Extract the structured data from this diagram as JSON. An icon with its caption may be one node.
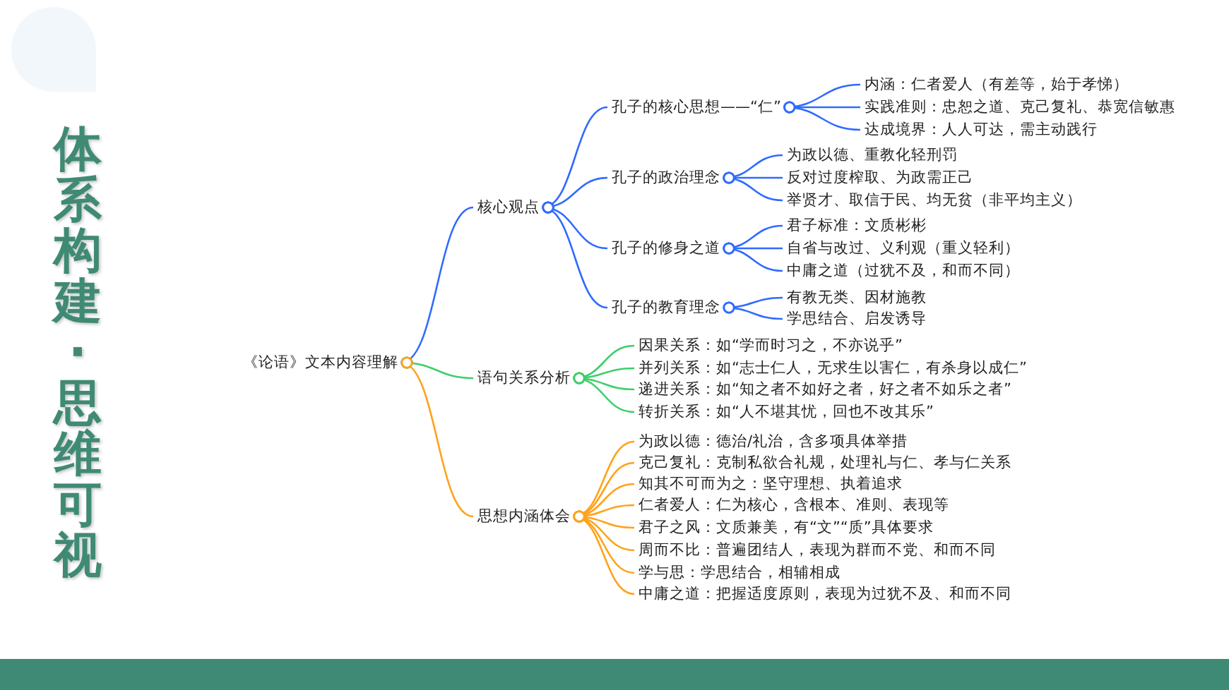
{
  "diagram": {
    "title": "体系构建·思维可视",
    "nodes": [
      {
        "text": [
          "《论语》文本内容理解"
        ]
      },
      {
        "text": [
          "核心观点"
        ]
      },
      {
        "text": [
          "孔子的核心思想——“仁”"
        ]
      },
      {
        "text": [
          "内涵：仁者爱人（有差等，始于孝悌）"
        ]
      },
      {
        "text": [
          "实践准则：忠恕之道、克己复礼、恭宽信敏惠"
        ]
      },
      {
        "text": [
          "达成境界：人人可达，需主动践行"
        ]
      },
      {
        "text": [
          "孔子的政治理念"
        ]
      },
      {
        "text": [
          "为政以德、重教化轻刑罚"
        ]
      },
      {
        "text": [
          "反对过度榨取、为政需正己"
        ]
      },
      {
        "text": [
          "举贤才、取信于民、均无贫（非平均主义）"
        ]
      },
      {
        "text": [
          "孔子的修身之道"
        ]
      },
      {
        "text": [
          "君子标准：文质彬彬"
        ]
      },
      {
        "text": [
          "自省与改过、义利观（重义轻利）"
        ]
      },
      {
        "text": [
          "中庸之道（过犹不及，和而不同）"
        ]
      },
      {
        "text": [
          "孔子的教育理念"
        ]
      },
      {
        "text": [
          "有教无类、因材施教"
        ]
      },
      {
        "text": [
          "学思结合、启发诱导"
        ]
      },
      {
        "text": [
          "语句关系分析"
        ]
      },
      {
        "text": [
          "因果关系：如“学而时习之，不亦说乎”"
        ]
      },
      {
        "text": [
          "并列关系：如“志士仁人，无求生以害仁，有杀身以成仁”"
        ]
      },
      {
        "text": [
          "递进关系：如“知之者不如好之者，好之者不如乐之者”"
        ]
      },
      {
        "text": [
          "转折关系：如“人不堪其忧，回也不改其乐”"
        ]
      },
      {
        "text": [
          "思想内涵体会"
        ]
      },
      {
        "text": [
          "为政以德：德治/礼治，含多项具体举措"
        ]
      },
      {
        "text": [
          "克己复礼：克制私欲合礼规，处理礼与仁、孝与仁关系"
        ]
      },
      {
        "text": [
          "知其不可而为之：坚守理想、执着追求"
        ]
      },
      {
        "text": [
          "仁者爱人：仁为核心，含根本、准则、表现等"
        ]
      },
      {
        "text": [
          "君子之风：文质兼美，有“文”“质”具体要求"
        ]
      },
      {
        "text": [
          "周而不比：普遍团结人，表现为群而不党、和而不同"
        ]
      },
      {
        "text": [
          "学与思：学思结合，相辅相成"
        ]
      },
      {
        "text": [
          "中庸之道：把握适度原则，表现为过犹不及、和而不同"
        ]
      }
    ],
    "edges": [
      {
        "from": 0,
        "to": 1,
        "arrow": "other"
      },
      {
        "from": 1,
        "to": 2,
        "arrow": "other"
      },
      {
        "from": 2,
        "to": 3,
        "arrow": "other"
      },
      {
        "from": 2,
        "to": 4,
        "arrow": "other"
      },
      {
        "from": 2,
        "to": 5,
        "arrow": "other"
      },
      {
        "from": 1,
        "to": 6,
        "arrow": "other"
      },
      {
        "from": 6,
        "to": 7,
        "arrow": "other"
      },
      {
        "from": 6,
        "to": 8,
        "arrow": "other"
      },
      {
        "from": 6,
        "to": 9,
        "arrow": "other"
      },
      {
        "from": 1,
        "to": 10,
        "arrow": "other"
      },
      {
        "from": 10,
        "to": 11,
        "arrow": "other"
      },
      {
        "from": 10,
        "to": 12,
        "arrow": "other"
      },
      {
        "from": 10,
        "to": 13,
        "arrow": "other"
      },
      {
        "from": 1,
        "to": 14,
        "arrow": "other"
      },
      {
        "from": 14,
        "to": 15,
        "arrow": "other"
      },
      {
        "from": 14,
        "to": 16,
        "arrow": "other"
      },
      {
        "from": 0,
        "to": 17,
        "arrow": "other",
        "color": "#3ccf6a"
      },
      {
        "from": 17,
        "to": 18,
        "arrow": "other",
        "color": "#3ccf6a"
      },
      {
        "from": 17,
        "to": 19,
        "arrow": "other",
        "color": "#3ccf6a"
      },
      {
        "from": 17,
        "to": 20,
        "arrow": "other",
        "color": "#3ccf6a"
      },
      {
        "from": 17,
        "to": 21,
        "arrow": "other",
        "color": "#3ccf6a"
      },
      {
        "from": 0,
        "to": 22,
        "arrow": "other",
        "color": "#ffa21a"
      },
      {
        "from": 22,
        "to": 23,
        "arrow": "other",
        "color": "#ffa21a"
      },
      {
        "from": 22,
        "to": 24,
        "arrow": "other",
        "color": "#ffa21a"
      },
      {
        "from": 22,
        "to": 25,
        "arrow": "other",
        "color": "#ffa21a"
      },
      {
        "from": 22,
        "to": 26,
        "arrow": "other",
        "color": "#ffa21a"
      },
      {
        "from": 22,
        "to": 27,
        "arrow": "other",
        "color": "#ffa21a"
      },
      {
        "from": 22,
        "to": 28,
        "arrow": "other",
        "color": "#ffa21a"
      },
      {
        "from": 22,
        "to": 29,
        "arrow": "other",
        "color": "#ffa21a"
      },
      {
        "from": 22,
        "to": 30,
        "arrow": "other",
        "color": "#ffa21a"
      }
    ]
  }
}
